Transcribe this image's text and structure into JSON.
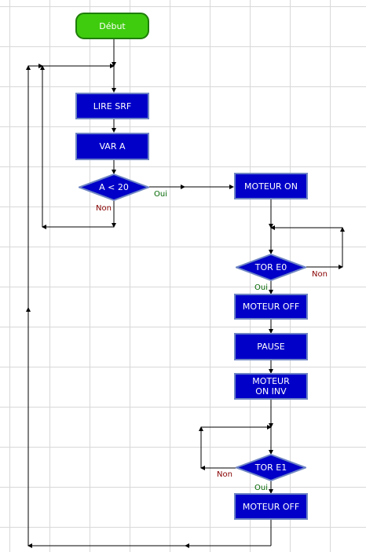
{
  "flowchart": {
    "start": "Début",
    "left_column": {
      "lire_srf": "LIRE SRF",
      "var_a": "VAR A",
      "cond_a": "A < 20",
      "cond_a_yes": "Oui",
      "cond_a_no": "Non"
    },
    "right_column": {
      "moteur_on": "MOTEUR ON",
      "tor_e0": "TOR E0",
      "tor_e0_yes": "Oui",
      "tor_e0_no": "Non",
      "moteur_off_1": "MOTEUR OFF",
      "pause": "PAUSE",
      "moteur_on_inv": "MOTEUR ON INV",
      "tor_e1": "TOR E1",
      "tor_e1_yes": "Oui",
      "tor_e1_no": "Non",
      "moteur_off_2": "MOTEUR OFF"
    }
  },
  "colors": {
    "process_fill": "#0000c8",
    "start_fill": "#3fcc0f",
    "grid": "#d8d8d8"
  }
}
